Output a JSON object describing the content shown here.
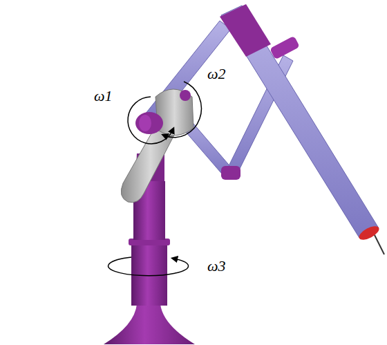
{
  "diagram": {
    "labels": [
      "ω1",
      "ω2",
      "ω3"
    ]
  }
}
